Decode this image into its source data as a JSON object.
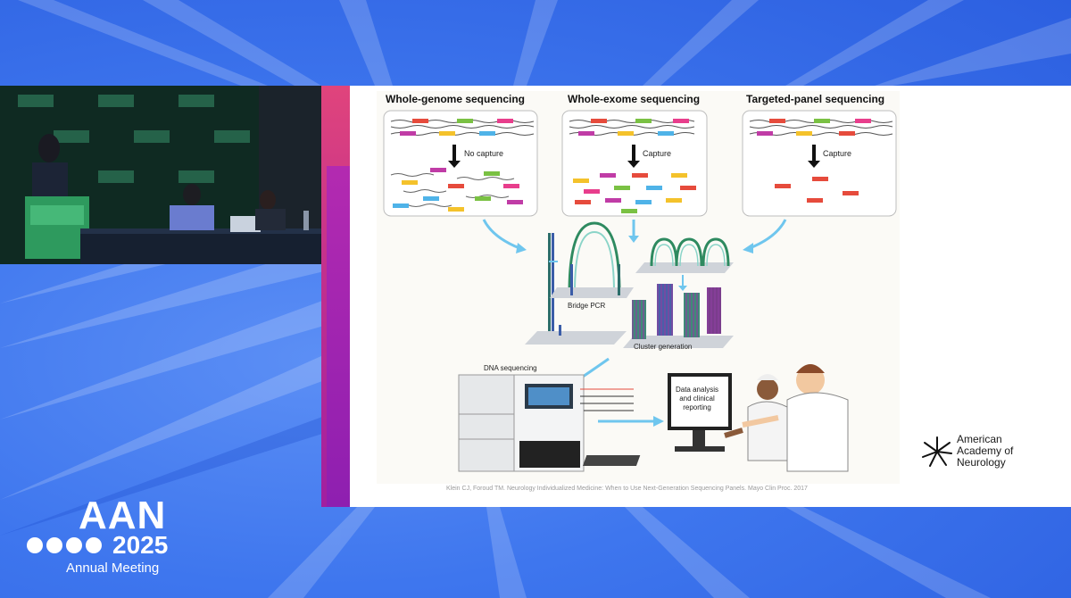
{
  "slide": {
    "panels": [
      {
        "title": "Whole-genome sequencing",
        "step_label": "No capture"
      },
      {
        "title": "Whole-exome sequencing",
        "step_label": "Capture"
      },
      {
        "title": "Targeted-panel sequencing",
        "step_label": "Capture"
      }
    ],
    "bridge_label": "Bridge PCR",
    "cluster_label": "Cluster generation",
    "dna_label": "DNA sequencing",
    "screen_text": "Data analysis and clinical reporting",
    "citation": "Klein CJ, Foroud TM. Neurology Individualized Medicine: When to Use Next-Generation Sequencing Panels. Mayo Clin Proc. 2017",
    "org_name_lines": [
      "American",
      "Academy of",
      "Neurology"
    ]
  },
  "meeting": {
    "acronym": "AAN",
    "year": "2025",
    "subtitle": "Annual Meeting"
  },
  "colors": {
    "background_blue": "#3e76ee",
    "magenta_strip": "#c2308d",
    "arrow_blue": "#6fc6ee"
  }
}
